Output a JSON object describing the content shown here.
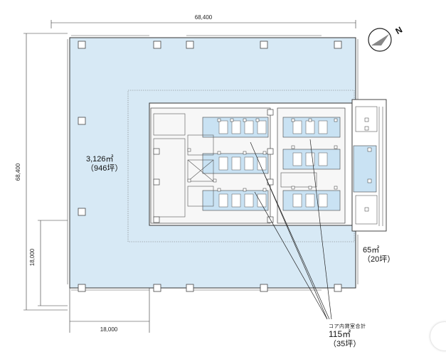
{
  "dimensions": {
    "top_width": "68,400",
    "left_height": "68,400",
    "left_sub": "18,000",
    "bottom_sub": "18,000"
  },
  "north_label": "N",
  "office_area": {
    "sqm": "3,126㎡",
    "tsubo": "（946坪）"
  },
  "service_area": {
    "sqm": "65㎡",
    "tsubo": "（20坪）"
  },
  "core_area": {
    "caption": "コア内貸室合計",
    "sqm": "115㎡",
    "tsubo": "（35坪）"
  },
  "colors": {
    "office_fill": "#d7e9f5",
    "highlight_fill": "#c9e2f3",
    "line": "#333333",
    "column": "#ffffff"
  },
  "icons": [
    "north-arrow-icon"
  ]
}
